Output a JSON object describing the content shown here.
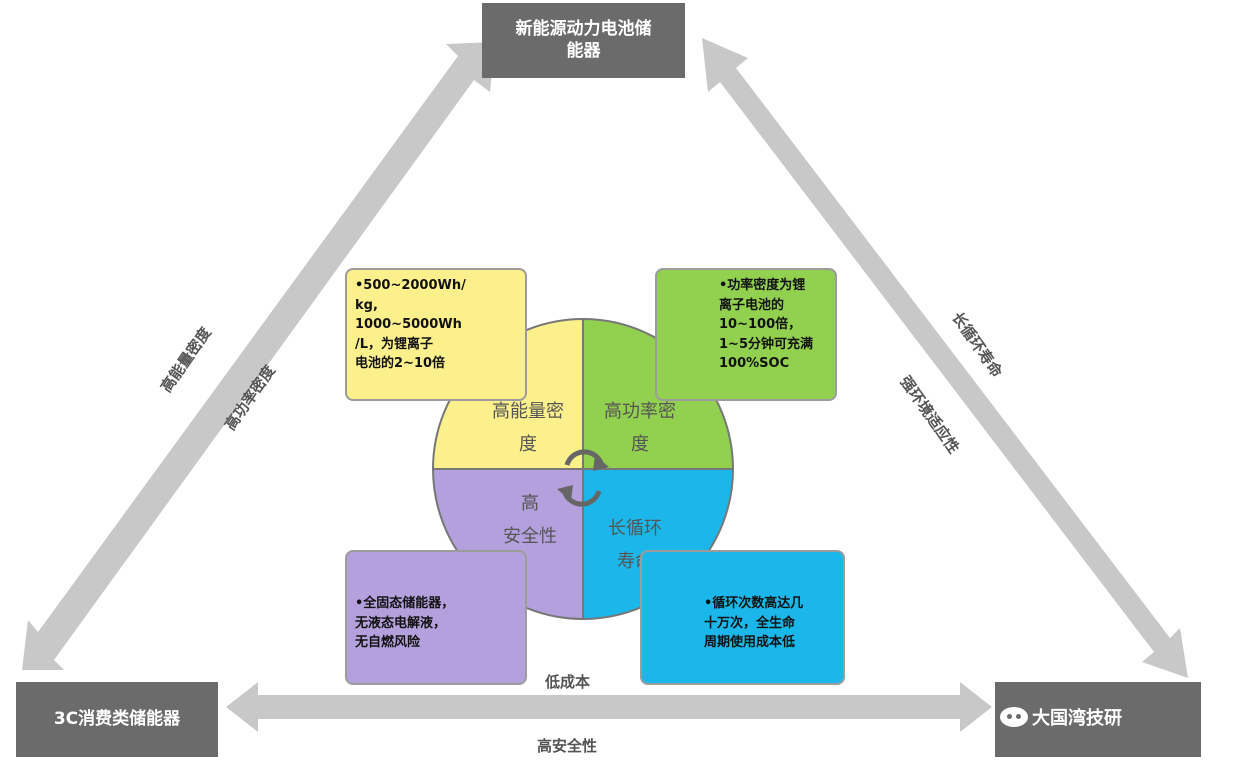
{
  "nodes": {
    "top": "新能源动力电池储\n能器",
    "left": "3C消费类储能器",
    "right_watermark": "大国湾技研"
  },
  "edges": {
    "left_outer": "高能量密度",
    "left_inner": "高功率密度",
    "right_outer": "长循环寿命",
    "right_inner": "强环境适应性",
    "bottom_top": "低成本",
    "bottom_below": "高安全性"
  },
  "quadrants": {
    "top_left": "高能量密\n度",
    "top_right": "高功率密\n度",
    "bottom_left": "高\n安全性",
    "bottom_right": "长循环\n寿命"
  },
  "notes": {
    "energy": "•500~2000Wh/\nkg,\n1000~5000Wh\n/L，为锂离子\n电池的2~10倍",
    "power": "•功率密度为锂\n离子电池的\n10~100倍，\n1~5分钟可充满\n100%SOC",
    "safety": "•全固态储能器，\n无液态电解液，\n无自燃风险",
    "cycle": "•循环次数高达几\n十万次，全生命\n周期使用成本低"
  },
  "colors": {
    "yellow": "#fbf08c",
    "green": "#92d050",
    "purple": "#b4a0dc",
    "cyan": "#1cb7ea",
    "node": "#6b6b6b",
    "arrow": "#c8c8c8"
  }
}
